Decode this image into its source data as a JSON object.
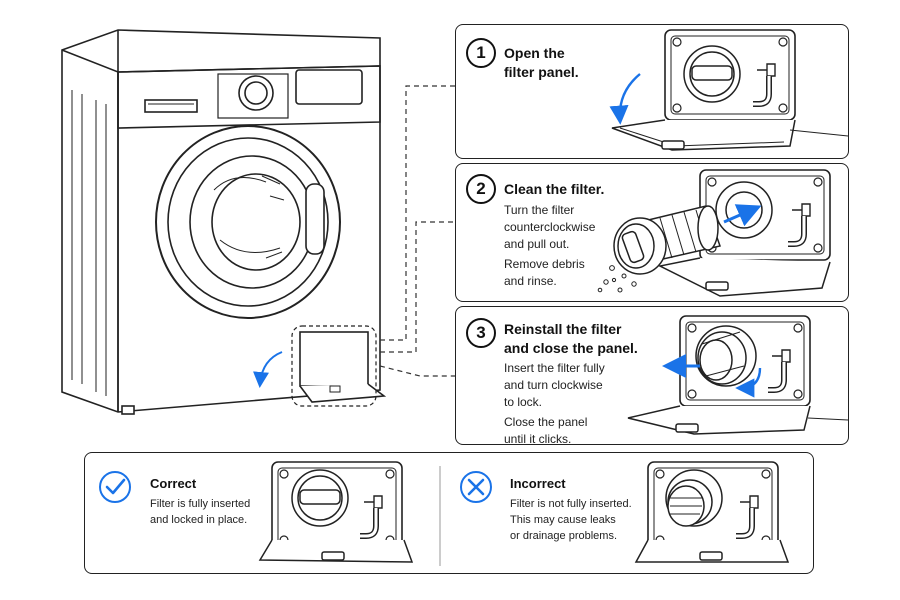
{
  "steps": [
    {
      "number": "1",
      "title_line1": "Open the",
      "title_line2": "filter panel.",
      "lines": []
    },
    {
      "number": "2",
      "title_line1": "Clean the filter.",
      "title_line2": "",
      "lines": [
        "Turn the filter",
        "counterclockwise",
        "and pull out.",
        "Remove debris",
        "and rinse."
      ]
    },
    {
      "number": "3",
      "title_line1": "Reinstall the filter",
      "title_line2": "and close the panel.",
      "lines": [
        "Insert the filter fully",
        "and turn clockwise",
        "to lock.",
        "Close the panel",
        "until it clicks."
      ]
    }
  ],
  "comparison": {
    "correct": {
      "title": "Correct",
      "lines": [
        "Filter is fully inserted",
        "and locked in place."
      ],
      "icon": "check-circle-icon"
    },
    "incorrect": {
      "title": "Incorrect",
      "lines": [
        "Filter is not fully inserted.",
        "This may cause leaks",
        "or drainage problems."
      ],
      "icon": "x-circle-icon"
    }
  },
  "colors": {
    "accent": "#1a73e8",
    "line": "#222222"
  }
}
